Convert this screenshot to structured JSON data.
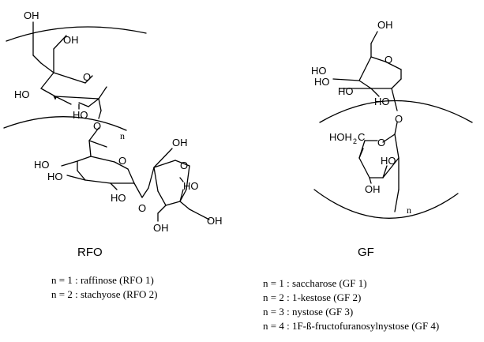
{
  "rfo": {
    "label": "RFO",
    "repeat_index": "n",
    "legend": [
      "n = 1 : raffinose (RFO 1)",
      "n = 2 : stachyose (RFO 2)"
    ]
  },
  "gf": {
    "label": "GF",
    "repeat_index": "n",
    "legend": [
      "n = 1 : saccharose (GF 1)",
      "n = 2 : 1-kestose (GF 2)",
      "n = 3 : nystose (GF 3)",
      "n = 4 : 1F-ß-fructofuranosylnystose (GF 4)"
    ]
  },
  "atoms": {
    "oh": "OH",
    "ho": "HO",
    "o": "O",
    "hoh2": "HOH",
    "sub2": "2",
    "c": "C"
  }
}
